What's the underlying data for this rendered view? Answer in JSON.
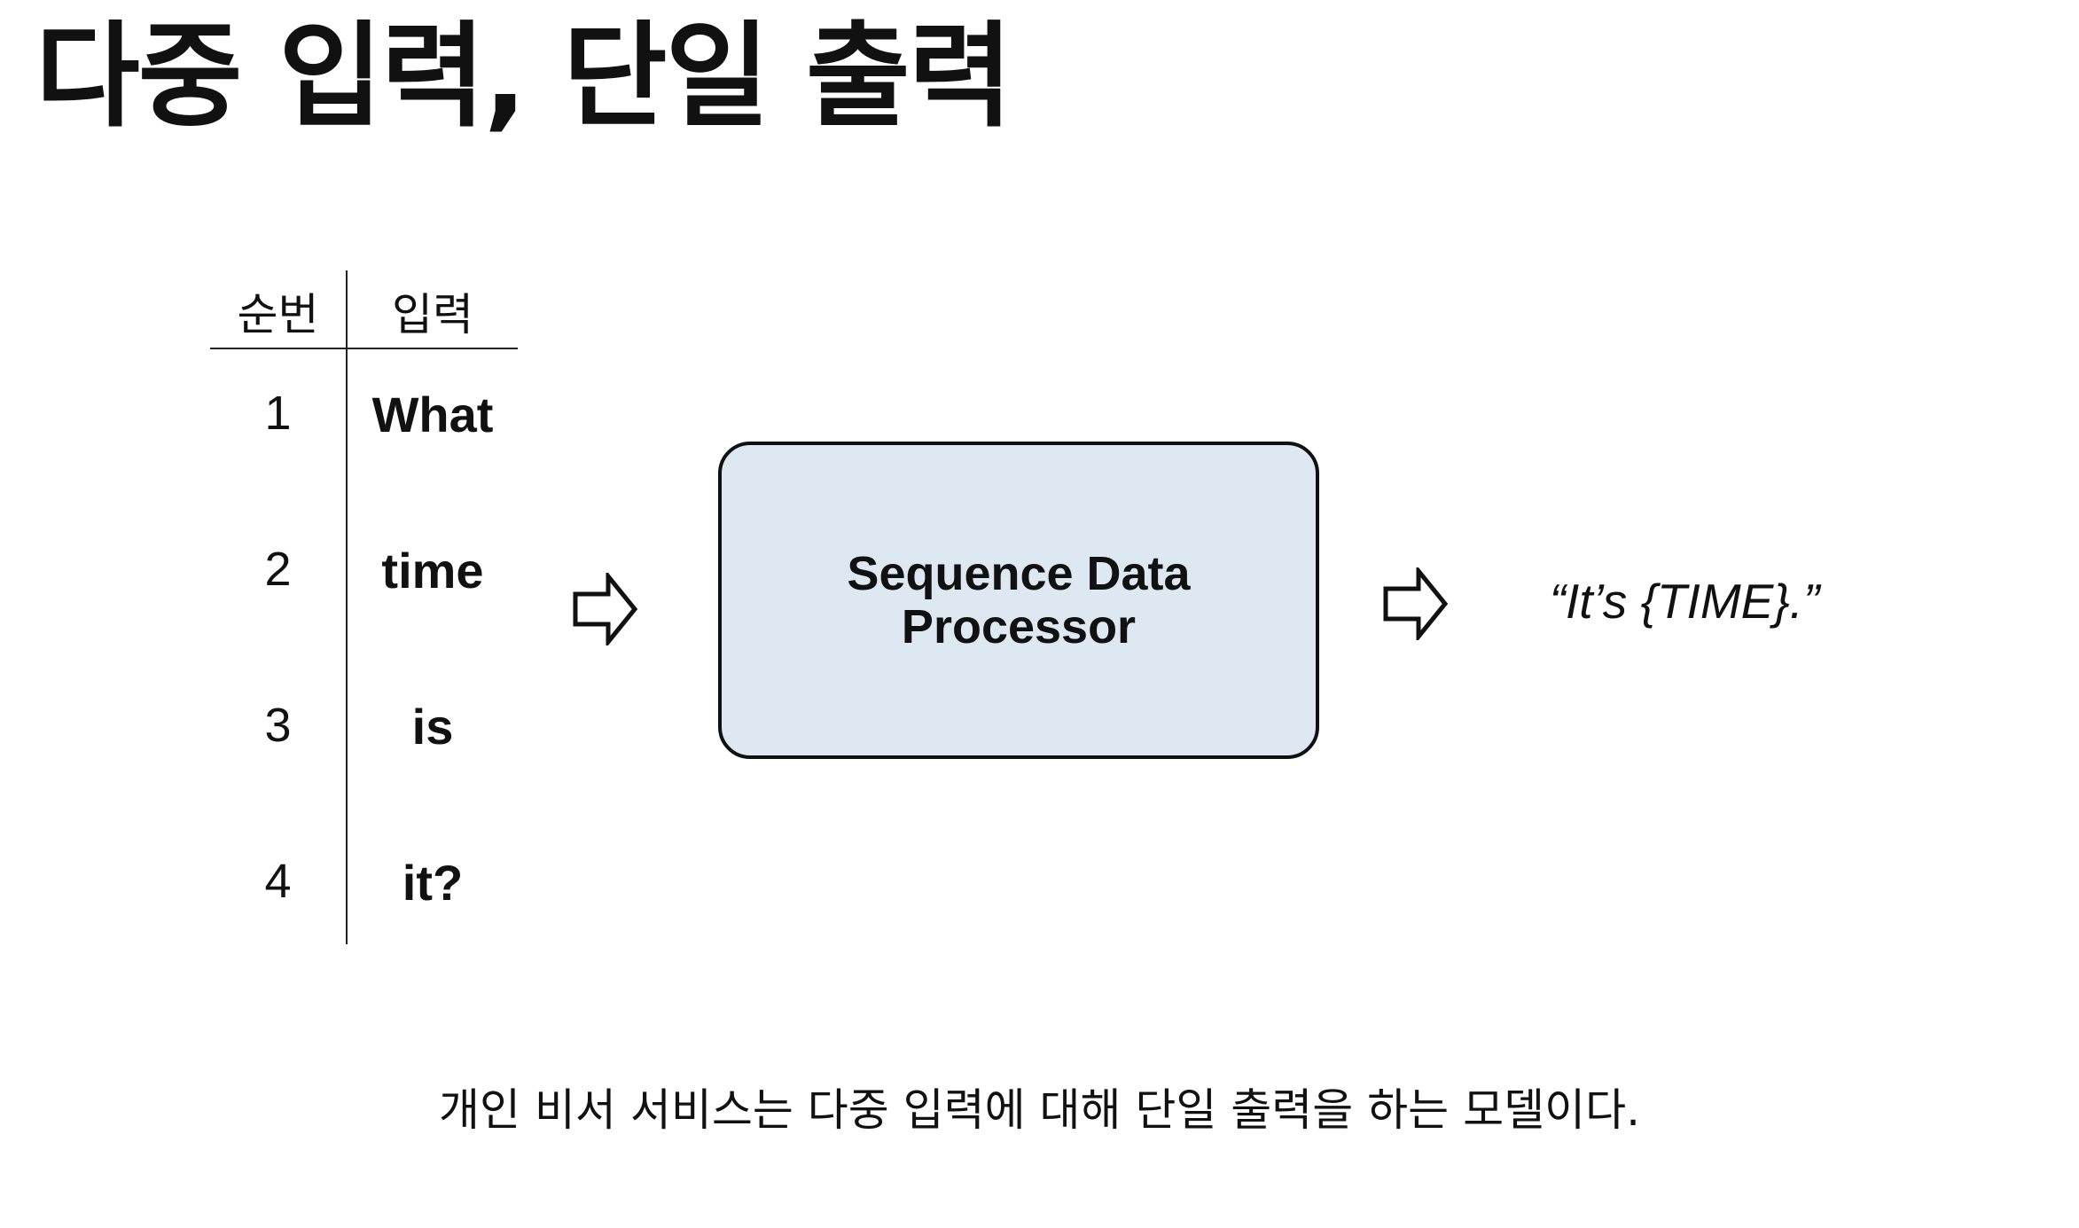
{
  "title": "다중 입력, 단일 출력",
  "sequence_table": {
    "headers": {
      "index": "순번",
      "input": "입력"
    },
    "rows": [
      {
        "index": "1",
        "word": "What"
      },
      {
        "index": "2",
        "word": "time"
      },
      {
        "index": "3",
        "word": "is"
      },
      {
        "index": "4",
        "word": "it?"
      }
    ]
  },
  "processor": {
    "label": "Sequence Data Processor",
    "fill_color": "#dde8f3"
  },
  "output": {
    "text": "“It’s {TIME}.”"
  },
  "caption": "개인 비서 서비스는 다중 입력에 대해 단일 출력을 하는 모델이다.",
  "icons": {
    "input_arrow": "right-arrow-outline-icon",
    "output_arrow": "right-arrow-outline-icon"
  }
}
